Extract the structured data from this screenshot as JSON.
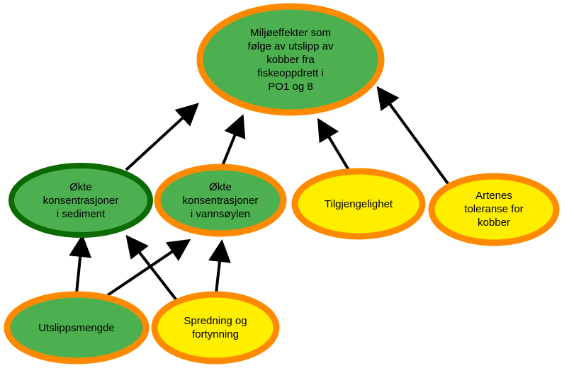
{
  "colors": {
    "green_fill": "#4caf50",
    "yellow_fill": "#ffee00",
    "orange_border": "#ff8a00",
    "dark_green_border": "#0b6b00",
    "arrow": "#000000"
  },
  "nodes": {
    "top": "Miljøeffekter som\nfølge av utslipp av\nkobber fra\nfiskeoppdrett i\nPO1 og 8",
    "sediment": "Økte\nkonsentrasjoner\ni sediment",
    "water": "Økte\nkonsentrasjoner\ni vannsøylen",
    "availability": "Tilgjengelighet",
    "tolerance": "Artenes\ntoleranse for\nkobber",
    "emission": "Utslippsmengde",
    "spreading": "Spredning og\nfortynning"
  }
}
